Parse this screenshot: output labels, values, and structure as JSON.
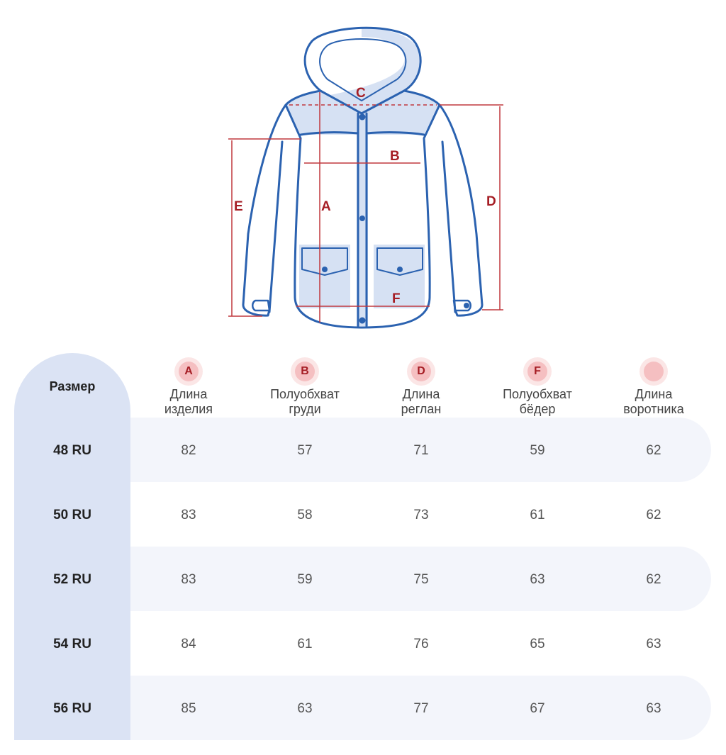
{
  "diagram": {
    "labels": {
      "a": "A",
      "b": "B",
      "c": "C",
      "d": "D",
      "e": "E",
      "f": "F"
    }
  },
  "table": {
    "size_header": "Размер",
    "columns": [
      {
        "badge": "A",
        "label1": "Длина",
        "label2": "изделия"
      },
      {
        "badge": "B",
        "label1": "Полуобхват",
        "label2": "груди"
      },
      {
        "badge": "D",
        "label1": "Длина",
        "label2": "реглан"
      },
      {
        "badge": "F",
        "label1": "Полуобхват",
        "label2": "бёдер"
      },
      {
        "badge": "",
        "label1": "Длина",
        "label2": "воротника"
      }
    ],
    "rows": [
      {
        "size": "48 RU",
        "values": [
          "82",
          "57",
          "71",
          "59",
          "62"
        ]
      },
      {
        "size": "50 RU",
        "values": [
          "83",
          "58",
          "73",
          "61",
          "62"
        ]
      },
      {
        "size": "52 RU",
        "values": [
          "83",
          "59",
          "75",
          "63",
          "62"
        ]
      },
      {
        "size": "54 RU",
        "values": [
          "84",
          "61",
          "76",
          "65",
          "63"
        ]
      },
      {
        "size": "56 RU",
        "values": [
          "85",
          "63",
          "77",
          "67",
          "63"
        ]
      }
    ]
  },
  "colors": {
    "outline": "#2b62b0",
    "fill": "#d6e1f3",
    "measure": "#a51d24",
    "size_col": "#dbe3f4",
    "row_alt": "#f3f5fb"
  }
}
